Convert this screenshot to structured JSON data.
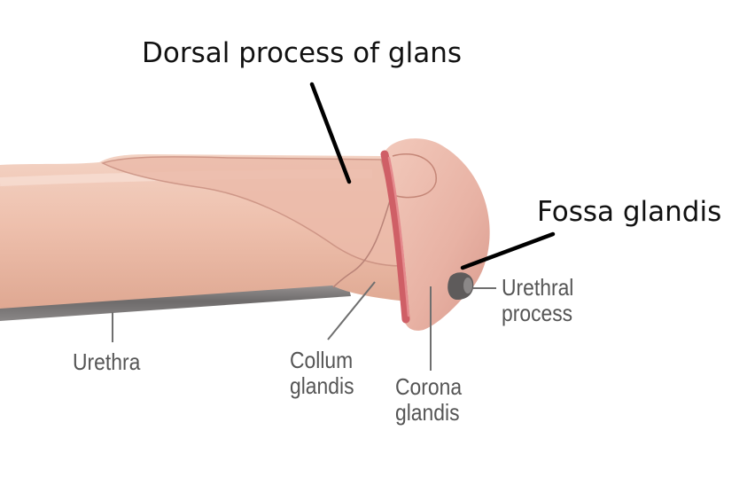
{
  "labels": {
    "dorsal_process": "Dorsal process of glans",
    "fossa_glandis": "Fossa glandis",
    "urethral_process": [
      "Urethral",
      "process"
    ],
    "urethra": "Urethra",
    "collum_glandis": [
      "Collum",
      "glandis"
    ],
    "corona_glandis": [
      "Corona",
      "glandis"
    ]
  },
  "colors": {
    "shaft": "#efc2b0",
    "glans": "#eab5a7",
    "corona_ring": "#cf5f66",
    "urethra_tube": "#7d7b7b",
    "leader_large": "#000000",
    "leader_small": "#6f6f6f"
  }
}
